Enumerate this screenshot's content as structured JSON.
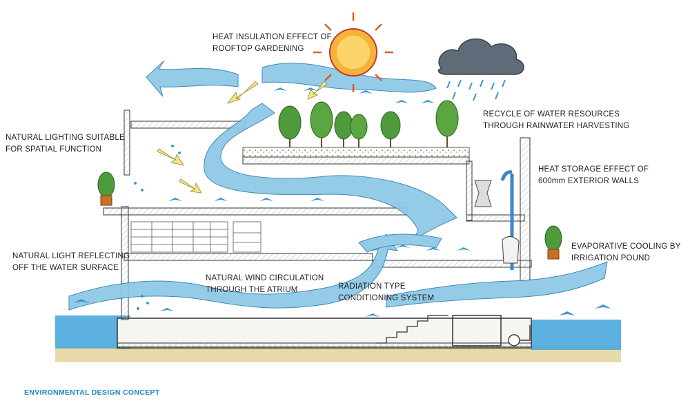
{
  "labels": {
    "heat_insulation": {
      "line1": "HEAT INSULATION EFFECT OF",
      "line2": "ROOFTOP GARDENING"
    },
    "natural_lighting": {
      "line1": "NATURAL LIGHTING SUITABLE",
      "line2": "FOR SPATIAL FUNCTION"
    },
    "recycle_water": {
      "line1": "RECYCLE OF WATER RESOURCES",
      "line2": "THROUGH RAINWATER HARVESTING"
    },
    "heat_storage": {
      "line1": "HEAT STORAGE EFFECT OF",
      "line2": "600mm EXTERIOR WALLS"
    },
    "light_reflecting": {
      "line1": "NATURAL LIGHT REFLECTING",
      "line2": "OFF THE WATER SURFACE"
    },
    "wind_circulation": {
      "line1": "NATURAL WIND CIRCULATION",
      "line2": "THROUGH THE ATRIUM"
    },
    "radiation_type": {
      "line1": "RADIATION TYPE",
      "line2": "CONDITIONING SYSTEM"
    },
    "evaporative_cooling": {
      "line1": "EVAPORATIVE COOLING BY",
      "line2": "IRRIGATION POUND"
    }
  },
  "caption": "ENVIRONMENTAL DESIGN CONCEPT",
  "colors": {
    "water": "#4aa8de",
    "airflow": "#8cc7e6",
    "caption": "#1a86c8",
    "sun": "#f4b43a",
    "cloud": "#5f6b78",
    "tree": "#4f9a3a",
    "ground": "#e8d9a8"
  },
  "icons": [
    "sun-icon",
    "rain-cloud-icon",
    "tree-icon",
    "potted-plant-icon",
    "cooling-tower-icon",
    "pump-icon"
  ]
}
